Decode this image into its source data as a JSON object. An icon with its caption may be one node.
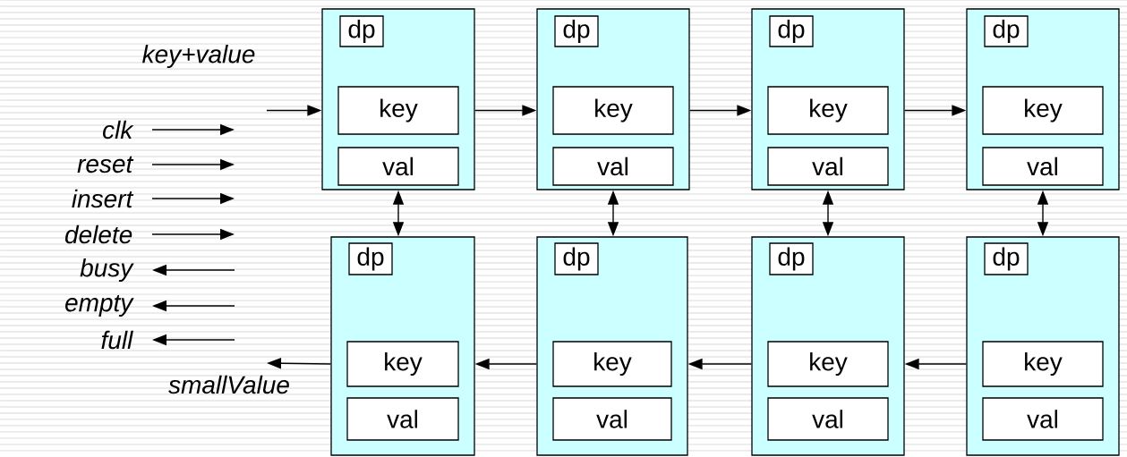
{
  "diagram": {
    "nodes": [
      {
        "text": [],
        "shape": "box"
      },
      {
        "text": [
          "dp"
        ],
        "in": 0
      },
      {
        "text": [
          "key"
        ],
        "in": 0
      },
      {
        "text": [
          "val"
        ],
        "in": 0
      },
      {
        "text": [],
        "shape": "box"
      },
      {
        "text": [
          "dp"
        ],
        "in": 4
      },
      {
        "text": [
          "key"
        ],
        "in": 4
      },
      {
        "text": [
          "val"
        ],
        "in": 4
      },
      {
        "text": [],
        "shape": "box"
      },
      {
        "text": [
          "dp"
        ],
        "in": 8
      },
      {
        "text": [
          "key"
        ],
        "in": 8
      },
      {
        "text": [
          "val"
        ],
        "in": 8
      },
      {
        "text": [],
        "shape": "box"
      },
      {
        "text": [
          "dp"
        ],
        "in": 12
      },
      {
        "text": [
          "key"
        ],
        "in": 12
      },
      {
        "text": [
          "val"
        ],
        "in": 12
      },
      {
        "text": [],
        "shape": "box"
      },
      {
        "text": [
          "dp"
        ],
        "in": 16
      },
      {
        "text": [
          "key"
        ],
        "in": 16
      },
      {
        "text": [
          "val"
        ],
        "in": 16
      },
      {
        "text": [],
        "shape": "box"
      },
      {
        "text": [
          "dp"
        ],
        "in": 20
      },
      {
        "text": [
          "key"
        ],
        "in": 20
      },
      {
        "text": [
          "val"
        ],
        "in": 20
      },
      {
        "text": [],
        "shape": "box"
      },
      {
        "text": [
          "dp"
        ],
        "in": 24
      },
      {
        "text": [
          "key"
        ],
        "in": 24
      },
      {
        "text": [
          "val"
        ],
        "in": 24
      },
      {
        "text": [],
        "shape": "box"
      },
      {
        "text": [
          "dp"
        ],
        "in": 28
      },
      {
        "text": [
          "key"
        ],
        "in": 28
      },
      {
        "text": [
          "val"
        ],
        "in": 28
      },
      {
        "text": [
          "key+value"
        ]
      },
      {
        "text": [
          "clk"
        ]
      },
      {
        "text": [
          "reset"
        ]
      },
      {
        "text": [
          "insert"
        ]
      },
      {
        "text": [
          "delete"
        ]
      },
      {
        "text": [
          "busy"
        ]
      },
      {
        "text": [
          "empty"
        ]
      },
      {
        "text": [
          "full"
        ]
      },
      {
        "text": [
          "smallValue"
        ]
      }
    ],
    "edges": [
      {
        "from": 32,
        "to": 0,
        "arrow": "to"
      },
      {
        "from": 0,
        "to": 4,
        "arrow": "to"
      },
      {
        "from": 4,
        "to": 8,
        "arrow": "to"
      },
      {
        "from": 8,
        "to": 12,
        "arrow": "to"
      },
      {
        "from": 0,
        "to": 16,
        "arrow": "both"
      },
      {
        "from": 4,
        "to": 20,
        "arrow": "both"
      },
      {
        "from": 8,
        "to": 24,
        "arrow": "both"
      },
      {
        "from": 12,
        "to": 28,
        "arrow": "both"
      },
      {
        "from": 28,
        "to": 24,
        "arrow": "to"
      },
      {
        "from": 24,
        "to": 20,
        "arrow": "to"
      },
      {
        "from": 20,
        "to": 16,
        "arrow": "to"
      },
      {
        "from": 16,
        "to": 40,
        "arrow": "to"
      },
      {
        "from": 33,
        "to": null,
        "arrow": "to"
      },
      {
        "from": 34,
        "to": null,
        "arrow": "to"
      },
      {
        "from": 35,
        "to": null,
        "arrow": "to"
      },
      {
        "from": 36,
        "to": null,
        "arrow": "to"
      },
      {
        "from": null,
        "to": 37,
        "arrow": "to"
      },
      {
        "from": null,
        "to": 38,
        "arrow": "to"
      },
      {
        "from": null,
        "to": 39,
        "arrow": "to"
      }
    ]
  }
}
